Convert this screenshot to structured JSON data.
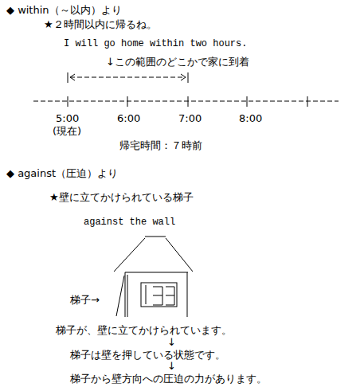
{
  "diagram": {
    "labels": [
      "◆ within（～以内）より",
      "★２時間以内に帰るね。",
      "I will go home within two hours.",
      "↓この範囲のどこかで家に到着",
      "5:00",
      "6:00",
      "7:00",
      "8:00",
      "(現在)",
      "帰宅時間：７時前",
      "◆ against（圧迫）より",
      "★壁に立てかけられている梯子",
      "against the wall",
      "梯子→",
      "梯子が、壁に立てかけられています。",
      "↓",
      "梯子は壁を押している状態です。",
      "↓",
      "梯子から壁方向への圧迫の力があります。"
    ]
  }
}
